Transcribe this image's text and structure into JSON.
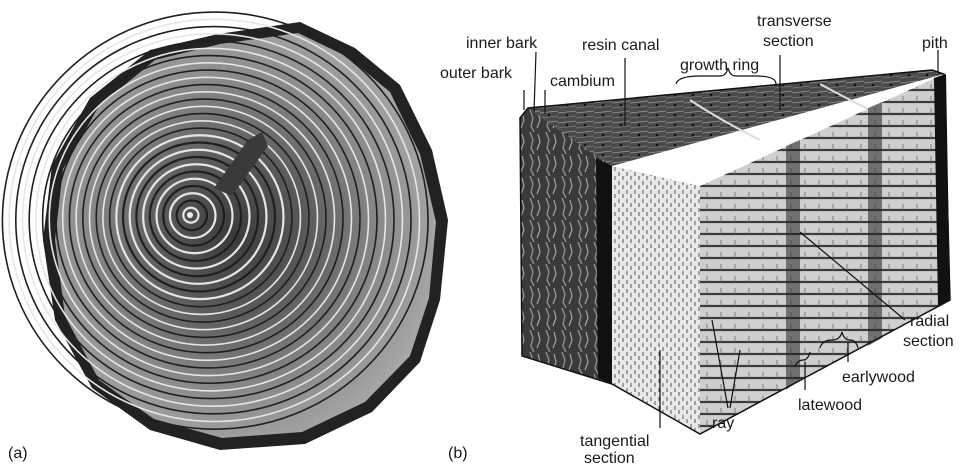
{
  "panel_a": {
    "label": "(a)"
  },
  "panel_b": {
    "label": "(b)",
    "labels": {
      "inner_bark": "inner bark",
      "outer_bark": "outer bark",
      "cambium": "cambium",
      "resin_canal": "resin canal",
      "growth_ring": "growth ring",
      "transverse_line1": "transverse",
      "transverse_line2": "section",
      "pith": "pith",
      "radial_line1": "radial",
      "radial_line2": "section",
      "earlywood": "earlywood",
      "latewood": "latewood",
      "ray": "ray",
      "tangential_line1": "tangential",
      "tangential_line2": "section"
    }
  },
  "colors": {
    "ink": "#1a1a1a",
    "bark": "#2b2b2b",
    "wood_light": "#d9d9d9",
    "wood_dark": "#4a4a4a",
    "background": "#ffffff"
  }
}
